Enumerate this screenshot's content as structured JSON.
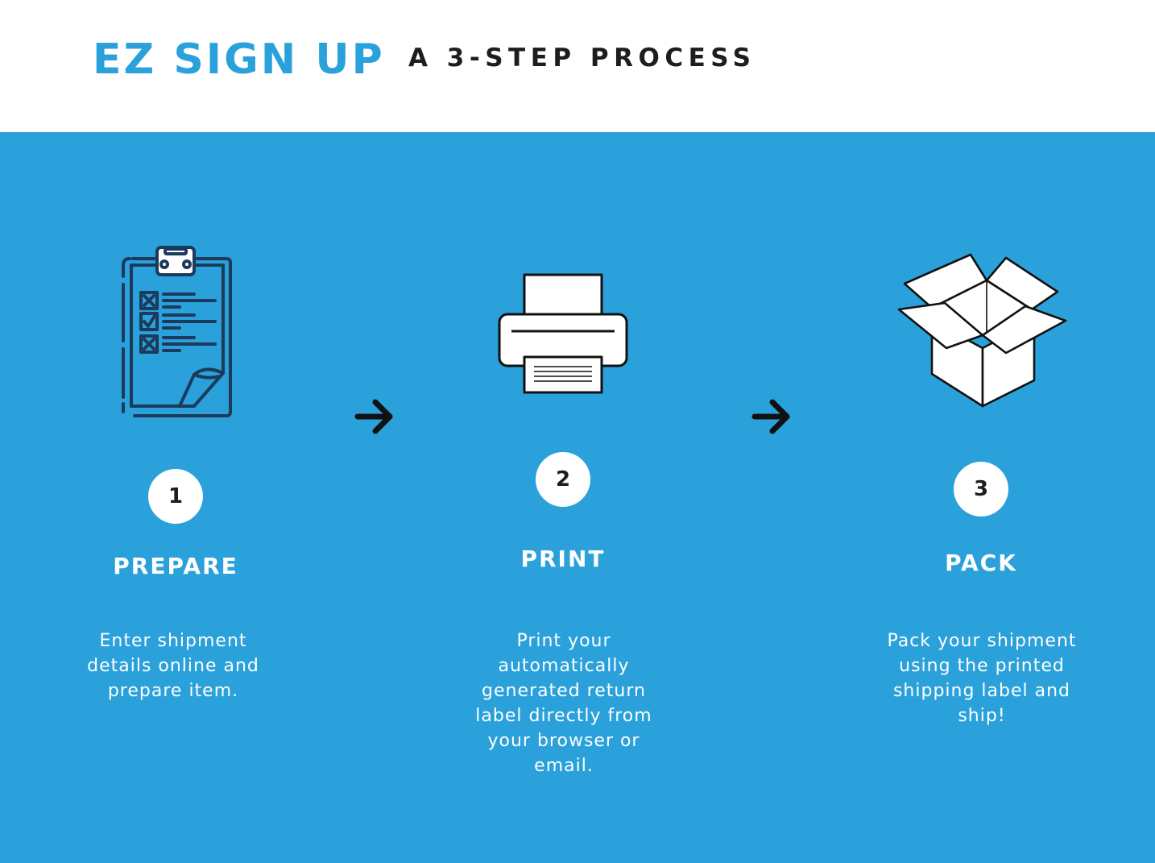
{
  "header": {
    "brand": "EZ SIGN UP",
    "tagline": "A 3-STEP PROCESS"
  },
  "colors": {
    "accent": "#2aa1db",
    "dark": "#1d1d1f",
    "navy": "#1b3a5c",
    "white": "#ffffff"
  },
  "steps": [
    {
      "number": "1",
      "title": "PREPARE",
      "description": "Enter shipment details online and prepare item.",
      "icon": "clipboard-checklist-icon"
    },
    {
      "number": "2",
      "title": "PRINT",
      "description": "Print your automatically generated return label directly from your browser or email.",
      "icon": "printer-icon"
    },
    {
      "number": "3",
      "title": "PACK",
      "description": "Pack your shipment using the printed shipping label and ship!",
      "icon": "open-box-icon"
    }
  ],
  "connector_icon": "arrow-right-icon"
}
